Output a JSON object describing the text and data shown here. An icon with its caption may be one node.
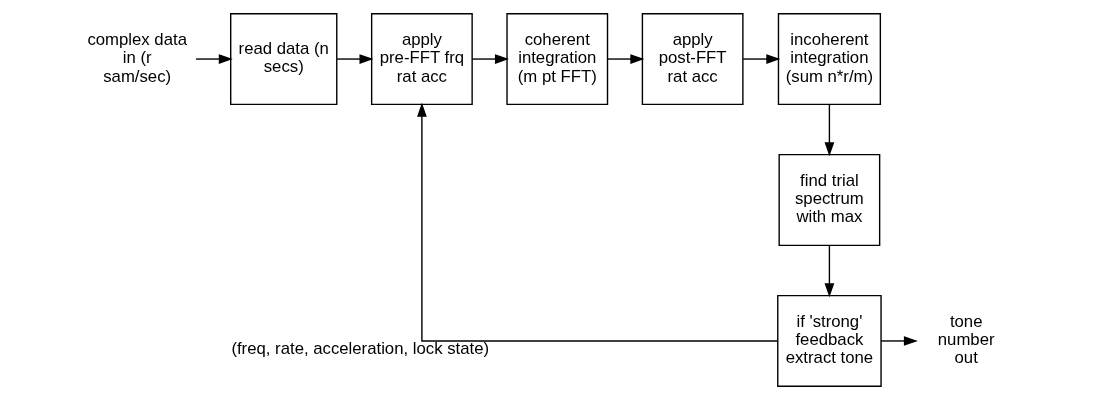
{
  "diagram": {
    "nodes": [
      {
        "text": [
          "complex data in (r sam/sec)"
        ]
      },
      {
        "text": [
          "read data (n secs)"
        ]
      },
      {
        "text": [
          "apply pre-FFT frq rat acc"
        ]
      },
      {
        "text": [
          "coherent integration (m pt FFT)"
        ]
      },
      {
        "text": [
          "apply post-FFT rat acc"
        ]
      },
      {
        "text": [
          "incoherent integration (sum n*r/m)"
        ]
      },
      {
        "text": [
          "find trial spectrum with max"
        ]
      },
      {
        "text": [
          "if 'strong' feedback extract tone"
        ]
      },
      {
        "text": [
          "tone number out"
        ]
      }
    ],
    "edges": [
      {
        "from": 0,
        "to": 1,
        "arrow": "to"
      },
      {
        "from": 1,
        "to": 2,
        "arrow": "to"
      },
      {
        "from": 2,
        "to": 3,
        "arrow": "to"
      },
      {
        "from": 3,
        "to": 4,
        "arrow": "to"
      },
      {
        "from": 4,
        "to": 5,
        "arrow": "to"
      },
      {
        "from": 5,
        "to": 6,
        "arrow": "to"
      },
      {
        "from": 6,
        "to": 7,
        "arrow": "to"
      },
      {
        "from": 7,
        "to": 2,
        "arrow": "to",
        "label": "(freq, rate, acceleration, lock state)"
      },
      {
        "from": 7,
        "to": 8,
        "arrow": "to"
      }
    ]
  }
}
